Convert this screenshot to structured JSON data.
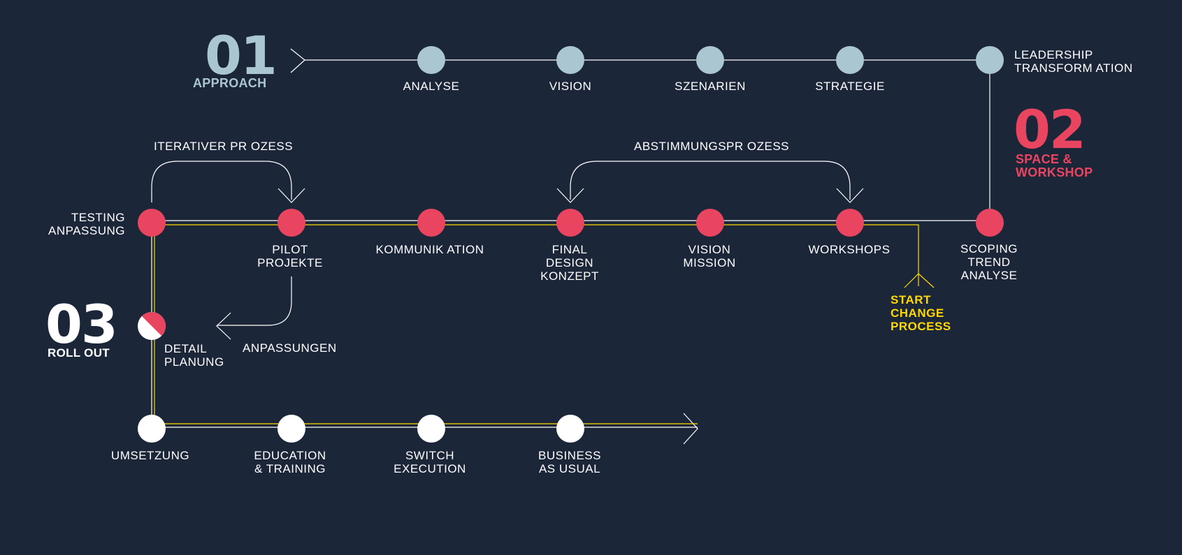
{
  "colors": {
    "background": "#1c2639",
    "phase1": "#a9c6d1",
    "phase2": "#e94561",
    "phase3": "#ffffff",
    "change": "#ffd800",
    "line": "#ffffff"
  },
  "phases": {
    "p1": {
      "number": "01",
      "name": "APPROACH"
    },
    "p2": {
      "number": "02",
      "name": "SPACE &\nWORKSHOP"
    },
    "p3": {
      "number": "03",
      "name": "ROLL OUT"
    }
  },
  "row1": {
    "analyse": "ANALYSE",
    "vision": "VISION",
    "szenarien": "SZENARIEN",
    "strategie": "STRATEGIE",
    "leadership": "LEADERSHIP\nTRANSFORM ATION"
  },
  "row2": {
    "testing": "TESTING\nANPASSUNG",
    "pilot": "PILOT\nPROJEKTE",
    "kommunikation": "KOMMUNIK ATION",
    "final_design": "FINAL\nDESIGN\nKONZEPT",
    "vision_mission": "VISION\nMISSION",
    "workshops": "WORKSHOPS",
    "scoping": "SCOPING\nTREND\nANALYSE"
  },
  "loops": {
    "iterativ": "ITERATIVER PR OZESS",
    "abstimmung": "ABSTIMMUNGSPR OZESS",
    "anpassungen": "ANPASSUNGEN"
  },
  "detail": "DETAIL\nPLANUNG",
  "change_process": "START\nCHANGE\nPROCESS",
  "row3": {
    "umsetzung": "UMSETZUNG",
    "education": "EDUCATION\n& TRAINING",
    "switch": "SWITCH\nEXECUTION",
    "business": "BUSINESS\nAS USUAL"
  }
}
